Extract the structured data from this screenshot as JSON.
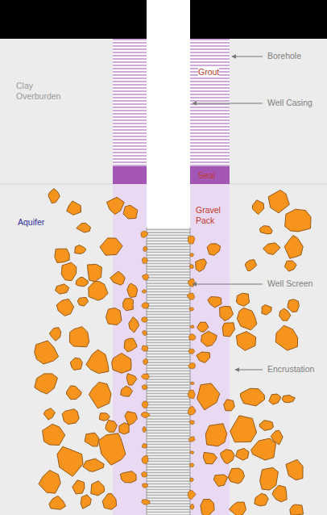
{
  "diagram": {
    "labels": [
      "Borehole",
      "Clay Overburden",
      "Grout",
      "Well Casing",
      "Seal",
      "Aquifer",
      "Gravel Pack",
      "Well Screen",
      "Encrustation"
    ]
  }
}
